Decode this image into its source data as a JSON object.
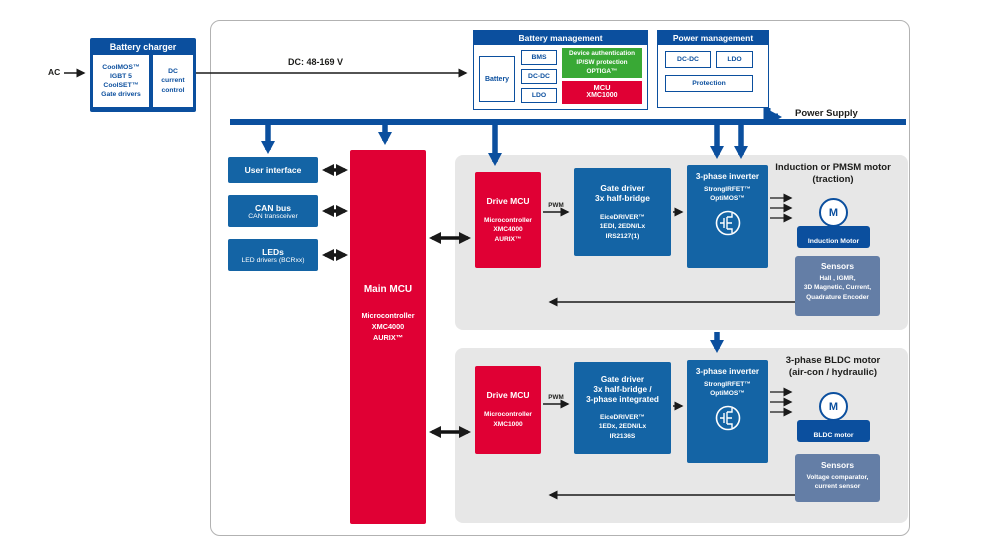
{
  "colors": {
    "dark_blue": "#0b4f9e",
    "box_blue": "#1464a5",
    "red": "#e00034",
    "green": "#39a935",
    "slate_blue": "#647ea6",
    "group_gray": "#e7e7e7",
    "text_dark": "#1d1d1b"
  },
  "labels": {
    "ac": "AC",
    "dc_link": "DC: 48-169 V",
    "power_supply": "Power Supply",
    "pwm": "PWM"
  },
  "battery_charger": {
    "title": "Battery charger",
    "devices": "CoolMOS™\nIGBT 5\nCoolSET™\nGate drivers",
    "control": "DC\ncurrent\ncontrol"
  },
  "battery_management": {
    "title": "Battery management",
    "battery": "Battery",
    "modules": [
      "BMS",
      "DC-DC",
      "LDO"
    ],
    "security": "Device authentication\nIP/SW protection\nOPTIGA™",
    "mcu": {
      "title": "MCU",
      "part": "XMC1000"
    }
  },
  "power_management": {
    "title": "Power management",
    "dcdc": "DC-DC",
    "ldo": "LDO",
    "protection": "Protection"
  },
  "peripherals": [
    {
      "title": "User interface",
      "subtitle": ""
    },
    {
      "title": "CAN bus",
      "subtitle": "CAN transceiver"
    },
    {
      "title": "LEDs",
      "subtitle": "LED drivers (BCRxx)"
    }
  ],
  "main_mcu": {
    "title": "Main MCU",
    "detail": "Microcontroller\nXMC4000\nAURIX™"
  },
  "traction": {
    "group_label": "Induction or PMSM motor\n(traction)",
    "drive_mcu": {
      "title": "Drive MCU",
      "detail": "Microcontroller\nXMC4000\nAURIX™"
    },
    "gate_driver": {
      "title": "Gate driver\n3x half-bridge",
      "detail": "EiceDRIVER™\n1EDI, 2EDN/Lx\nIRS2127(1)"
    },
    "inverter": {
      "title": "3-phase inverter",
      "detail": "StrongIRFET™\nOptiMOS™"
    },
    "motor": {
      "symbol": "M",
      "label": "Induction Motor"
    },
    "sensors": {
      "title": "Sensors",
      "detail": "Hall , IGMR,\n3D Magnetic, Current,\nQuadrature Encoder"
    }
  },
  "bldc": {
    "group_label": "3-phase BLDC motor\n(air-con / hydraulic)",
    "drive_mcu": {
      "title": "Drive MCU",
      "detail": "Microcontroller\nXMC1000"
    },
    "gate_driver": {
      "title": "Gate driver\n3x half-bridge /\n3-phase integrated",
      "detail": "EiceDRIVER™\n1EDx, 2EDN/Lx\nIR2136S"
    },
    "inverter": {
      "title": "3-phase inverter",
      "detail": "StrongIRFET™\nOptiMOS™"
    },
    "motor": {
      "symbol": "M",
      "label": "BLDC motor"
    },
    "sensors": {
      "title": "Sensors",
      "detail": "Voltage comparator,\ncurrent sensor"
    }
  }
}
